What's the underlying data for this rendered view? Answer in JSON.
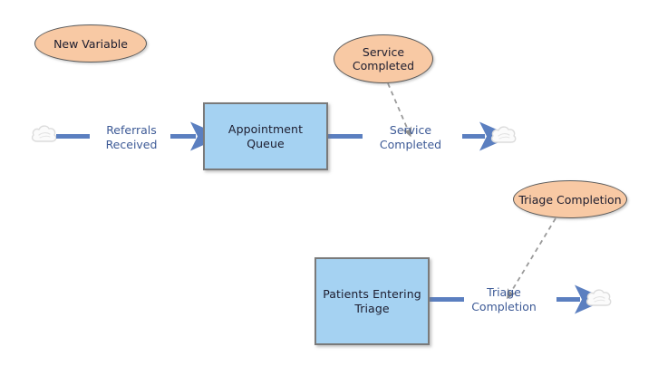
{
  "diagram": {
    "title": "Stock and Flow Diagram",
    "background_color": "#ffffff",
    "colors": {
      "stock_fill": "#a5d2f2",
      "stock_border": "#7a7a7a",
      "aux_fill": "#f8c9a4",
      "aux_border": "#5a5a5a",
      "flow_line": "#5b7fc0",
      "flow_label_text": "#3d5a96",
      "link_line": "#9a9a9a",
      "cloud_stroke": "#d9d9d9",
      "cloud_fill": "#fbfbfb"
    }
  },
  "nodes": {
    "aux_new_variable": {
      "label": "New Variable"
    },
    "aux_service_completed": {
      "label": "Service\nCompleted"
    },
    "aux_triage_completion": {
      "label": "Triage Completion"
    },
    "stock_appointment_queue": {
      "label": "Appointment\nQueue"
    },
    "stock_patients_entering_triage": {
      "label": "Patients Entering\nTriage"
    }
  },
  "flows": {
    "referrals_received": {
      "label": "Referrals\nReceived"
    },
    "service_completed": {
      "label": "Service\nCompleted"
    },
    "triage_completion": {
      "label": "Triage\nCompletion"
    }
  },
  "clouds": {
    "source_referrals": {
      "label": "cloud-source"
    },
    "sink_service": {
      "label": "cloud-sink"
    },
    "sink_triage": {
      "label": "cloud-sink"
    }
  }
}
